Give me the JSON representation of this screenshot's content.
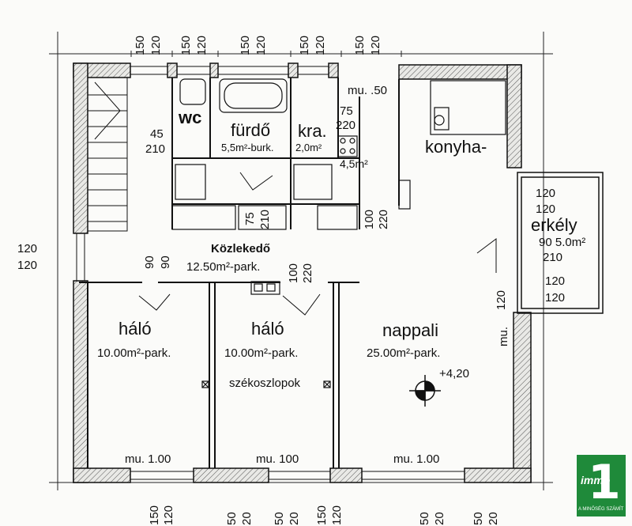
{
  "rooms": {
    "wc": "wc",
    "furdo": "fürdő",
    "furdo_area": "5,5m²-burk.",
    "kamra": "kra.",
    "kamra_area": "2,0m²",
    "konyha": "konyha-",
    "konyha_area": "4,5m²",
    "erkely": "erkély",
    "erkely_area": "90 5.0m²",
    "kozlekedo": "Közlekedő",
    "kozlekedo_area": "12.50m²-park.",
    "halo1": "háló",
    "halo1_area": "10.00m²-park.",
    "halo2": "háló",
    "halo2_area": "10.00m²-park.",
    "nappali": "nappali",
    "nappali_area": "25.00m²-park.",
    "szekoszlopok": "székoszlopok",
    "level": "+4,20"
  },
  "dims": {
    "top1a": "150",
    "top1b": "120",
    "top2a": "150",
    "top2b": "120",
    "top3a": "150",
    "top3b": "120",
    "top4a": "150",
    "top4b": "120",
    "top5a": "150",
    "top5b": "120",
    "mu_top": "mu. .50",
    "d75": "75",
    "d220": "220",
    "d45": "45",
    "d210": "210",
    "v75": "75",
    "v210": "210",
    "v100": "100",
    "v220": "220",
    "left120a": "120",
    "left120b": "120",
    "v90a": "90",
    "v90b": "90",
    "v100b": "100",
    "v220b": "220",
    "erk120a": "120",
    "erk120b": "120",
    "erk210": "210",
    "erk120c": "120",
    "erk120d": "120",
    "v120": "120",
    "mu_right": "mu.",
    "mu_b1": "mu. 1.00",
    "mu_b2": "mu. 100",
    "mu_b3": "mu. 1.00",
    "bot1a": "150",
    "bot1b": "120",
    "bot2a": "50",
    "bot2b": "20",
    "bot3a": "50",
    "bot3b": "20",
    "bot4a": "150",
    "bot4b": "120",
    "bot5a": "50",
    "bot5b": "20",
    "bot6a": "50",
    "bot6b": "20"
  },
  "logo": {
    "brand": "immo",
    "number": "1",
    "tagline": "A MINŐSÉG SZÁMÍT"
  }
}
